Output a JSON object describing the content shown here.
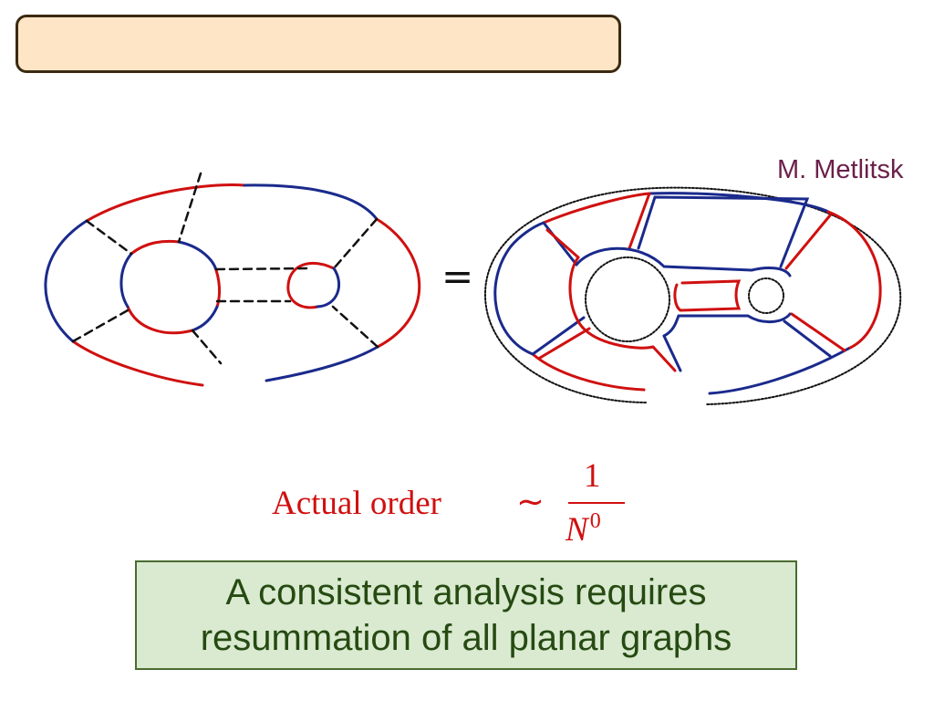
{
  "author_label": "M. Metlitsk",
  "equals_sign": "=",
  "formula": {
    "lhs": "Actual order",
    "relation": "∼",
    "numerator": "1",
    "denominator_base": "N",
    "denominator_exponent": "0"
  },
  "note": {
    "line1": "A consistent analysis requires",
    "line2": "resummation of all planar graphs"
  },
  "colors": {
    "title_box_fill": "#fde5c6",
    "red_line": "#d01010",
    "blue_line": "#1a2a8c",
    "note_fill": "#d9ead0",
    "note_text": "#264a12",
    "author_text": "#6b1f4a"
  }
}
